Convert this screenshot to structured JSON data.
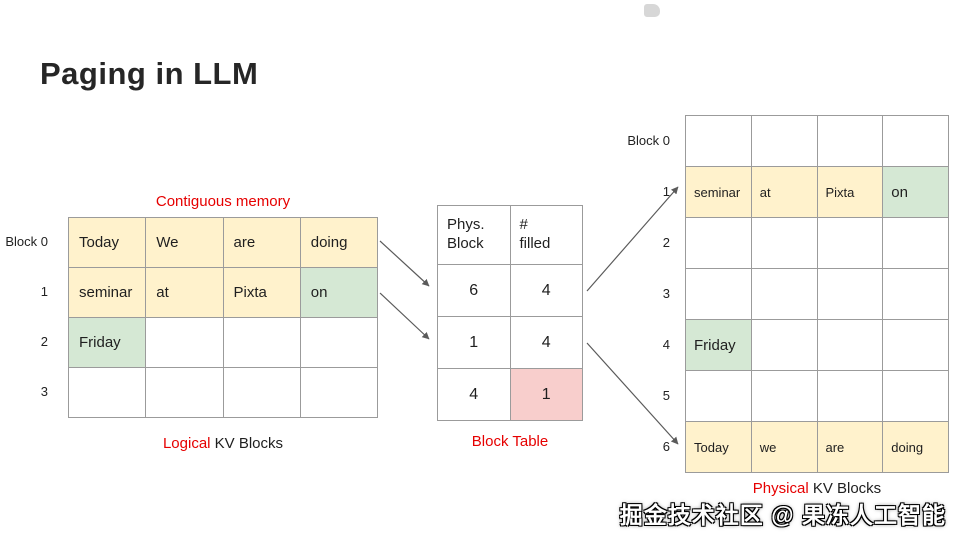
{
  "title": "Paging in LLM",
  "colors": {
    "yellow": "#FFF2CC",
    "green": "#D5E8D4",
    "pink": "#F8CECC",
    "red": "#E60000",
    "border": "#9B9B9B",
    "arrow": "#5A5A5A"
  },
  "logical": {
    "top_label": "Contiguous memory",
    "caption": {
      "highlight": "Logical",
      "rest": " KV Blocks"
    },
    "row_labels": [
      "Block 0",
      "1",
      "2",
      "3"
    ],
    "rows": [
      [
        {
          "t": "Today",
          "bg": "yellow"
        },
        {
          "t": "We",
          "bg": "yellow"
        },
        {
          "t": "are",
          "bg": "yellow"
        },
        {
          "t": "doing",
          "bg": "yellow"
        }
      ],
      [
        {
          "t": "seminar",
          "bg": "yellow"
        },
        {
          "t": "at",
          "bg": "yellow"
        },
        {
          "t": "Pixta",
          "bg": "yellow"
        },
        {
          "t": "on",
          "bg": "green"
        }
      ],
      [
        {
          "t": "Friday",
          "bg": "green"
        },
        {
          "t": ""
        },
        {
          "t": ""
        },
        {
          "t": ""
        }
      ],
      [
        {
          "t": ""
        },
        {
          "t": ""
        },
        {
          "t": ""
        },
        {
          "t": ""
        }
      ]
    ]
  },
  "block_table": {
    "caption": "Block Table",
    "headers": [
      "Phys.\nBlock",
      "#\nfilled"
    ],
    "rows": [
      [
        {
          "t": "6"
        },
        {
          "t": "4"
        }
      ],
      [
        {
          "t": "1"
        },
        {
          "t": "4"
        }
      ],
      [
        {
          "t": "4"
        },
        {
          "t": "1",
          "bg": "pink"
        }
      ]
    ]
  },
  "physical": {
    "caption": {
      "highlight": "Physical",
      "rest": " KV Blocks"
    },
    "row_labels": [
      "Block 0",
      "1",
      "2",
      "3",
      "4",
      "5",
      "6"
    ],
    "rows": [
      [
        {
          "t": ""
        },
        {
          "t": ""
        },
        {
          "t": ""
        },
        {
          "t": ""
        }
      ],
      [
        {
          "t": "seminar",
          "bg": "yellow"
        },
        {
          "t": "at",
          "bg": "yellow"
        },
        {
          "t": "Pixta",
          "bg": "yellow"
        },
        {
          "t": "on",
          "bg": "green",
          "big": true
        }
      ],
      [
        {
          "t": ""
        },
        {
          "t": ""
        },
        {
          "t": ""
        },
        {
          "t": ""
        }
      ],
      [
        {
          "t": ""
        },
        {
          "t": ""
        },
        {
          "t": ""
        },
        {
          "t": ""
        }
      ],
      [
        {
          "t": "Friday",
          "bg": "green",
          "big": true
        },
        {
          "t": ""
        },
        {
          "t": ""
        },
        {
          "t": ""
        }
      ],
      [
        {
          "t": ""
        },
        {
          "t": ""
        },
        {
          "t": ""
        },
        {
          "t": ""
        }
      ],
      [
        {
          "t": "Today",
          "bg": "yellow"
        },
        {
          "t": "we",
          "bg": "yellow"
        },
        {
          "t": "are",
          "bg": "yellow"
        },
        {
          "t": "doing",
          "bg": "yellow"
        }
      ]
    ]
  },
  "watermark": "掘金技术社区 @ 果冻人工智能"
}
